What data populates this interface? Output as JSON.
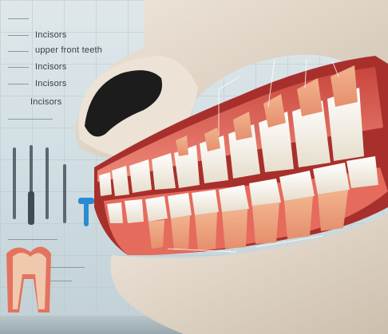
{
  "labels": [
    {
      "id": "incisors-1",
      "text": "Incisors"
    },
    {
      "id": "upper-front-teeth",
      "text": "upper front teeth"
    },
    {
      "id": "incisors-2",
      "text": "Incisors"
    },
    {
      "id": "incisors-3",
      "text": "Incisors"
    },
    {
      "id": "incisors-4",
      "text": "Incisors"
    }
  ],
  "colors": {
    "gum": "#e25a4f",
    "tooth": "#f7f4ec",
    "fur": "#e7ddd0",
    "nose": "#1c1c1c",
    "wall": "#d6e1e5"
  }
}
